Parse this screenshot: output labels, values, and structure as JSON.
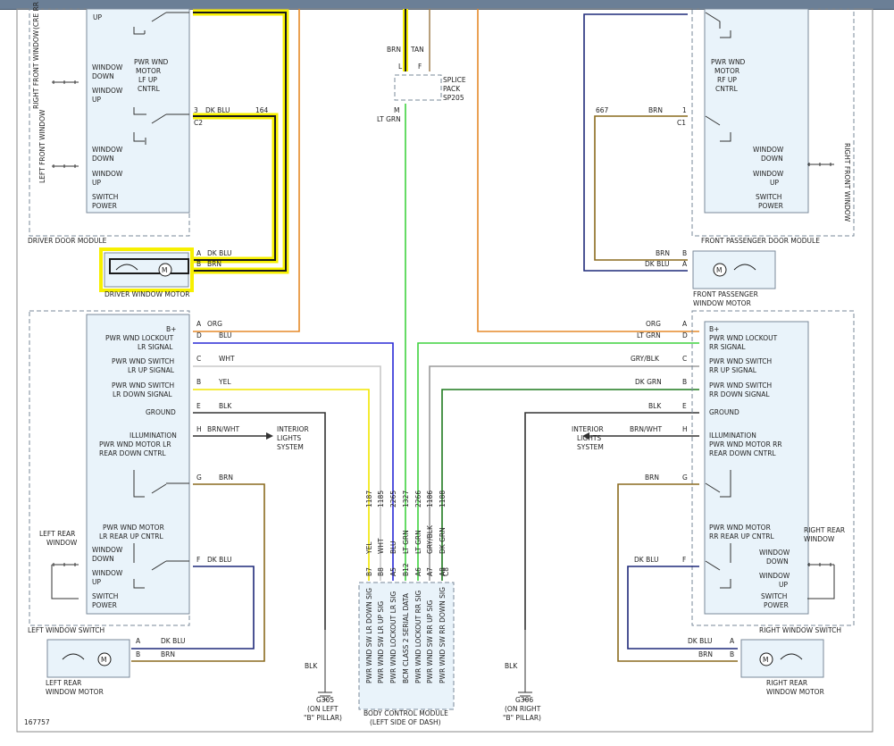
{
  "diagram_id": "167757",
  "modules": {
    "driver_door": "DRIVER DOOR MODULE",
    "front_passenger_door": "FRONT PASSENGER DOOR MODULE",
    "left_window_switch": "LEFT WINDOW SWITCH",
    "right_window_switch": "RIGHT WINDOW SWITCH",
    "bcm": "BODY CONTROL MODULE",
    "bcm_loc": "(LEFT SIDE OF DASH)",
    "splice": [
      "SPLICE",
      "PACK",
      "SP205"
    ],
    "interior_lights": [
      "INTERIOR",
      "LIGHTS",
      "SYSTEM"
    ]
  },
  "motors": {
    "driver": "DRIVER WINDOW MOTOR",
    "front_passenger": [
      "FRONT PASSENGER",
      "WINDOW MOTOR"
    ],
    "left_rear": [
      "LEFT REAR",
      "WINDOW MOTOR"
    ],
    "right_rear": [
      "RIGHT REAR",
      "WINDOW MOTOR"
    ],
    "m": "M"
  },
  "grounds": {
    "left": [
      "G305",
      "(ON LEFT",
      "\"B\" PILLAR)"
    ],
    "right": [
      "G306",
      "(ON RIGHT",
      "\"B\" PILLAR)"
    ]
  },
  "driver_door_labels": {
    "rr_top": "(CRE RR W",
    "up": "UP",
    "rf_window": "RIGHT FRONT WINDOW",
    "lf_window": "LEFT FRONT WINDOW",
    "window_down": "WINDOW DOWN",
    "window_up": "WINDOW UP",
    "switch_power": "SWITCH POWER",
    "motor_ctrl": [
      "PWR WND",
      "MOTOR",
      "LF UP",
      "CNTRL"
    ]
  },
  "passenger_door_labels": {
    "motor_ctrl": [
      "PWR WND",
      "MOTOR",
      "RF UP",
      "CNTRL"
    ],
    "rf_window": "RIGHT FRONT WINDOW",
    "window_down": "WINDOW DOWN",
    "window_up": "WINDOW UP",
    "switch_power": "SWITCH POWER"
  },
  "switch_labels": {
    "bplus": "B+",
    "lockout_lr": [
      "PWR WND LOCKOUT",
      "LR SIGNAL"
    ],
    "up_lr": [
      "PWR WND SWITCH",
      "LR UP SIGNAL"
    ],
    "down_lr": [
      "PWR WND SWITCH",
      "LR DOWN SIGNAL"
    ],
    "lockout_rr": [
      "PWR WND LOCKOUT",
      "RR SIGNAL"
    ],
    "up_rr": [
      "PWR WND SWITCH",
      "RR UP SIGNAL"
    ],
    "down_rr": [
      "PWR WND SWITCH",
      "RR DOWN SIGNAL"
    ],
    "ground": "GROUND",
    "illumination": "ILLUMINATION",
    "lr_rear_down": [
      "PWR WND MOTOR LR",
      "REAR DOWN CNTRL"
    ],
    "rr_rear_down": [
      "PWR WND MOTOR RR",
      "REAR DOWN CNTRL"
    ],
    "lr_rear_up": [
      "PWR WND MOTOR",
      "LR REAR UP CNTRL"
    ],
    "rr_rear_up": [
      "PWR WND MOTOR",
      "RR REAR UP CNTRL"
    ],
    "left_rear_window": [
      "LEFT REAR",
      "WINDOW"
    ],
    "right_rear_window": [
      "RIGHT REAR",
      "WINDOW"
    ],
    "window_down": [
      "WINDOW",
      "DOWN"
    ],
    "window_up": [
      "WINDOW",
      "UP"
    ],
    "switch_power": [
      "SWITCH",
      "POWER"
    ]
  },
  "bcm_pins": [
    {
      "pin": "B7",
      "circuit": "1187",
      "color": "YEL",
      "sig": "PWR WND SW LR DOWN SIG"
    },
    {
      "pin": "B8",
      "circuit": "1185",
      "color": "WHT",
      "sig": "PWR WND SW LR UP SIG"
    },
    {
      "pin": "A5",
      "circuit": "2265",
      "color": "BLU",
      "sig": "PWR WND LOCKOUT LR SIG"
    },
    {
      "pin": "B12",
      "circuit": "1327",
      "color": "LT GRN",
      "sig": "BCM CLASS 2 SERIAL DATA"
    },
    {
      "pin": "A6",
      "circuit": "2266",
      "color": "LT GRN",
      "sig": "PWR WND LOCKOUT RR SIG"
    },
    {
      "pin": "A7",
      "circuit": "1186",
      "color": "GRY/BLK",
      "sig": "PWR WND SW RR UP SIG"
    },
    {
      "pin": "A8",
      "circuit": "1188",
      "color": "DK GRN",
      "sig": "PWR WND SW RR DOWN SIG"
    },
    {
      "pin": "C8",
      "circuit": "",
      "color": "",
      "sig": ""
    }
  ],
  "wires": {
    "brn": "BRN",
    "tan": "TAN",
    "lt_grn": "LT GRN",
    "dk_blu": "DK BLU",
    "blu": "BLU",
    "org": "ORG",
    "wht": "WHT",
    "yel": "YEL",
    "blk": "BLK",
    "brn_wht": "BRN/WHT",
    "gry_blk": "GRY/BLK",
    "dk_grn": "DK GRN"
  },
  "circuits": {
    "c164": "164",
    "c667": "667"
  },
  "pins": {
    "A": "A",
    "B": "B",
    "C": "C",
    "D": "D",
    "E": "E",
    "F": "F",
    "G": "G",
    "H": "H",
    "L": "L",
    "M": "M",
    "one": "1",
    "three": "3",
    "c1": "C1",
    "c2": "C2"
  },
  "colors": {
    "brn": "#8a6a1e",
    "org": "#e58a2a",
    "yel": "#f2e600",
    "blu": "#2a2ad6",
    "dk_blu": "#1f2a7a",
    "lt_grn": "#3fd23f",
    "dk_grn": "#1f7a1f",
    "wht": "#c8c8c8",
    "gry_blk": "#9a9a9a",
    "blk": "#333333",
    "highlight": "#f7f000"
  }
}
